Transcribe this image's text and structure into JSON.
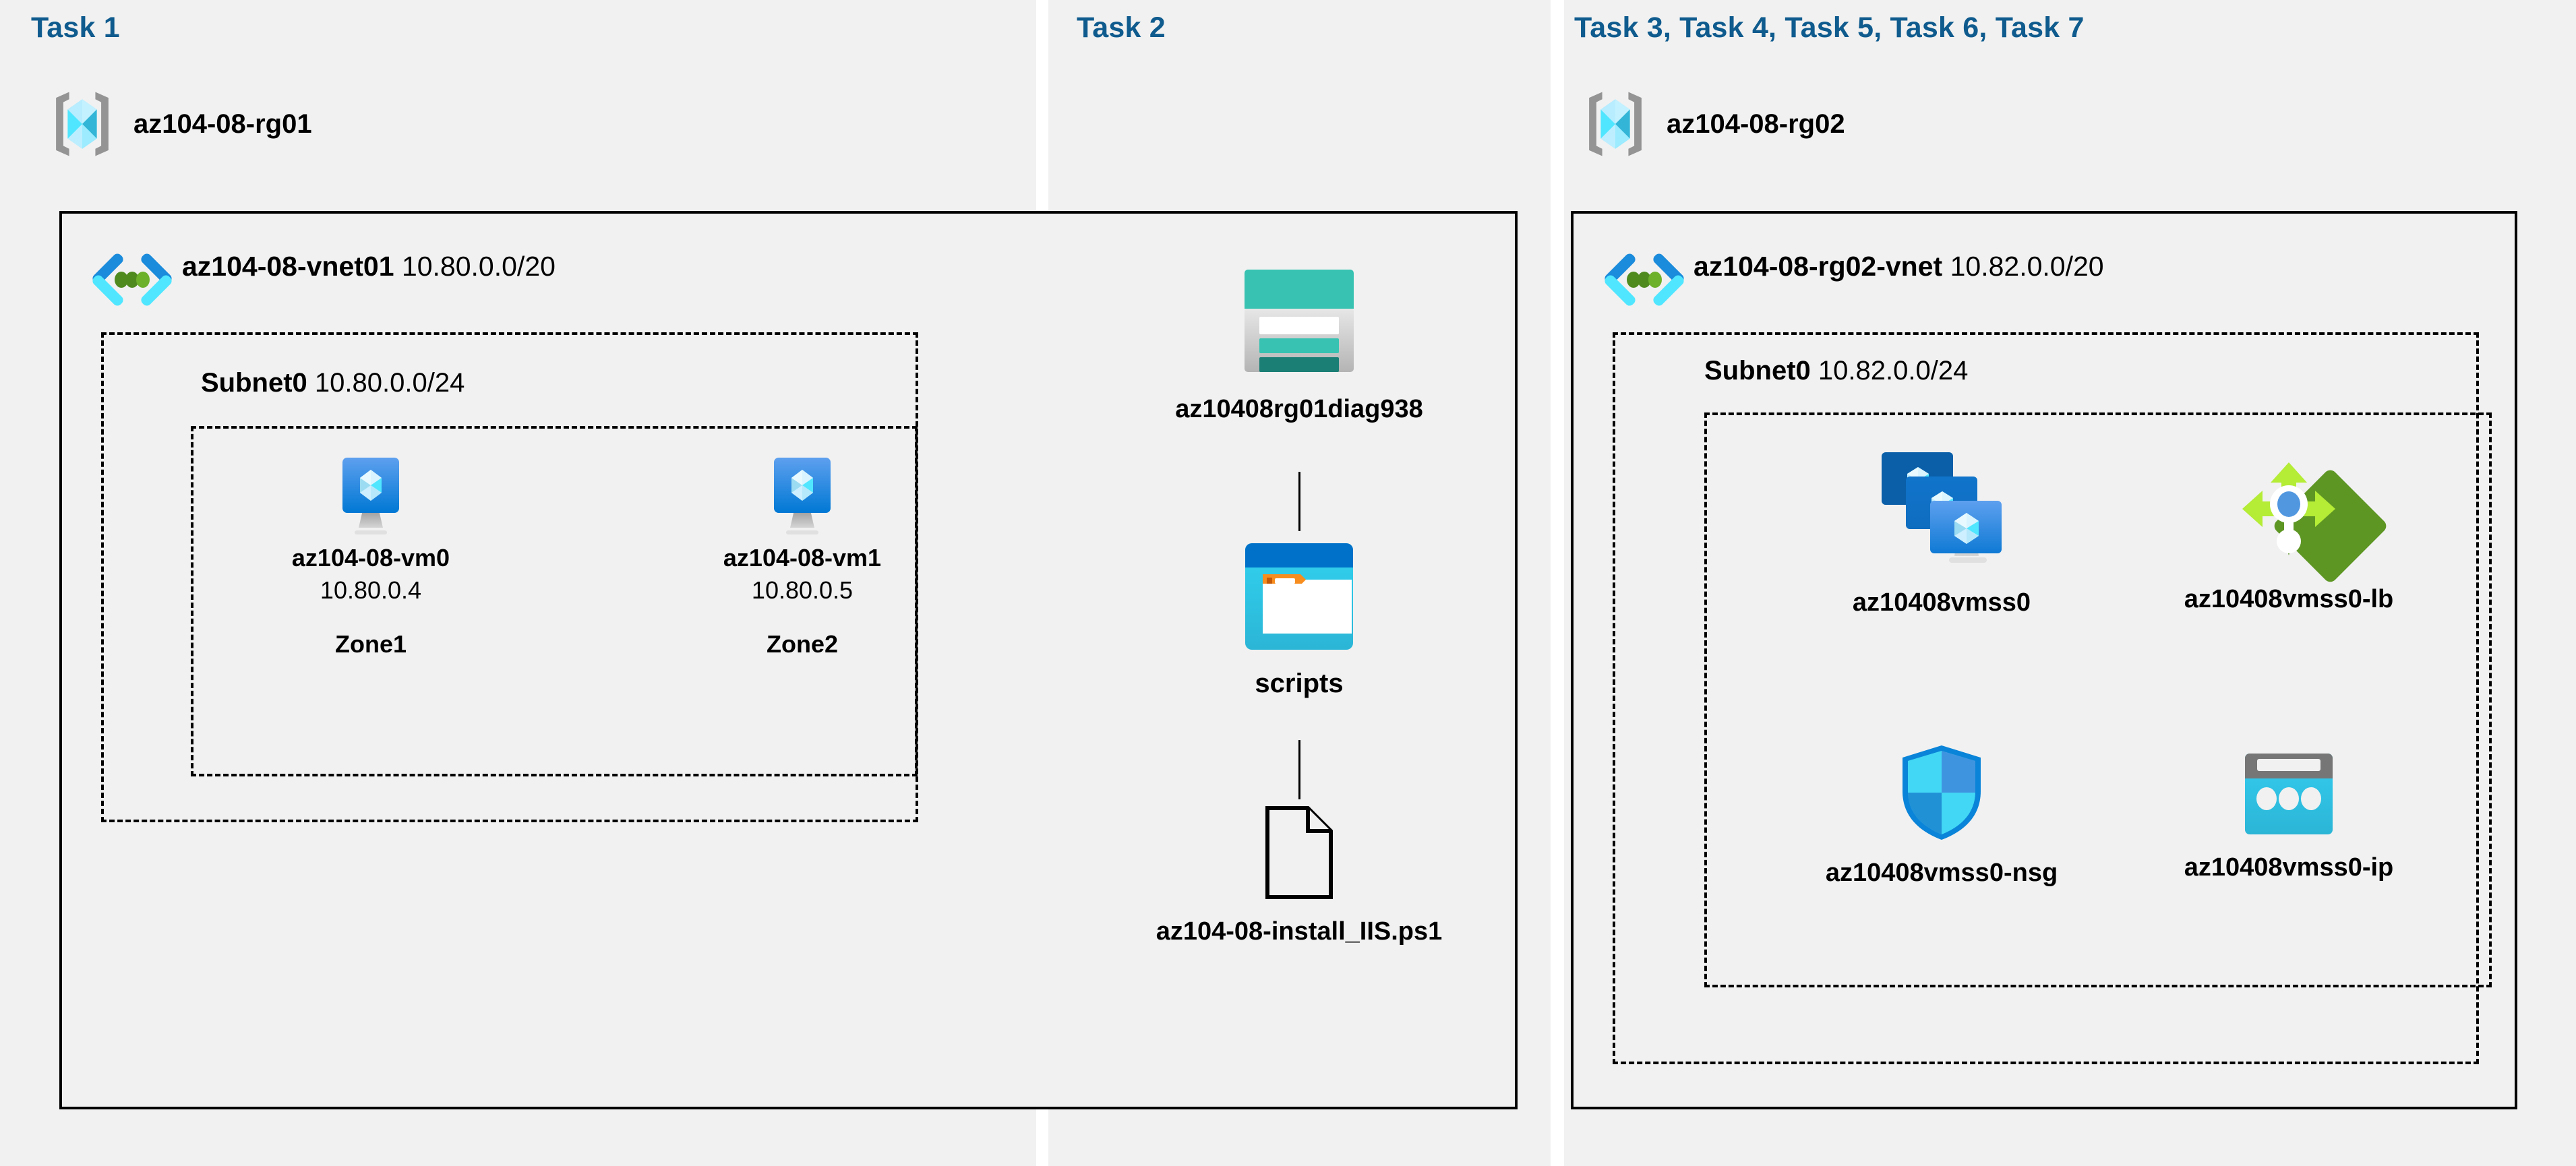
{
  "panels": [
    {
      "task_title": "Task 1"
    },
    {
      "task_title": "Task 2"
    },
    {
      "task_title": "Task 3, Task 4, Task 5, Task 6, Task 7"
    }
  ],
  "colors": {
    "task_title": "#0f5b8e",
    "panel_bg": "#f1f1f1",
    "border": "#000000",
    "vnet_icon_dark_blue": "#1b8bdb",
    "vnet_icon_cyan": "#50e6ff",
    "vnet_icon_green": "#5e9624",
    "rg_icon_gray": "#949494",
    "rg_icon_cyan": "#50e6ff",
    "vm_icon_blue": "#0078d4",
    "storage_teal": "#37c2b1",
    "storage_dark_teal": "#1b7f76",
    "blob_blue": "#0071c8",
    "blob_cyan": "#32bedd",
    "blob_orange": "#f78d1e",
    "lb_green": "#5e9624",
    "lb_light_green": "#b4ec36",
    "lb_dot_blue": "#5197e0",
    "nsg_blue": "#32bedd",
    "ip_gray": "#767676",
    "ip_cyan": "#32bedd"
  },
  "panel1": {
    "resource_group": {
      "name": "az104-08-rg01",
      "icon": "resource-group-icon"
    },
    "vnet": {
      "name": "az104-08-vnet01",
      "cidr": "10.80.0.0/20",
      "icon": "virtual-network-icon"
    },
    "subnet": {
      "name": "Subnet0",
      "cidr": "10.80.0.0/24"
    },
    "vms": [
      {
        "name": "az104-08-vm0",
        "ip": "10.80.0.4",
        "zone": "Zone1",
        "icon": "virtual-machine-icon"
      },
      {
        "name": "az104-08-vm1",
        "ip": "10.80.0.5",
        "zone": "Zone2",
        "icon": "virtual-machine-icon"
      }
    ]
  },
  "panel2": {
    "storage_account": {
      "name": "az10408rg01diag938",
      "icon": "storage-account-icon"
    },
    "container": {
      "name": "scripts",
      "icon": "blob-container-icon"
    },
    "file": {
      "name": "az104-08-install_IIS.ps1",
      "icon": "file-icon"
    }
  },
  "panel3": {
    "resource_group": {
      "name": "az104-08-rg02",
      "icon": "resource-group-icon"
    },
    "vnet": {
      "name": "az104-08-rg02-vnet",
      "cidr": "10.82.0.0/20",
      "icon": "virtual-network-icon"
    },
    "subnet": {
      "name": "Subnet0",
      "cidr": "10.82.0.0/24"
    },
    "resources": [
      {
        "name": "az10408vmss0",
        "icon": "vm-scale-set-icon"
      },
      {
        "name": "az10408vmss0-lb",
        "icon": "load-balancer-icon"
      },
      {
        "name": "az10408vmss0-nsg",
        "icon": "network-security-group-icon"
      },
      {
        "name": "az10408vmss0-ip",
        "icon": "public-ip-address-icon"
      }
    ]
  }
}
